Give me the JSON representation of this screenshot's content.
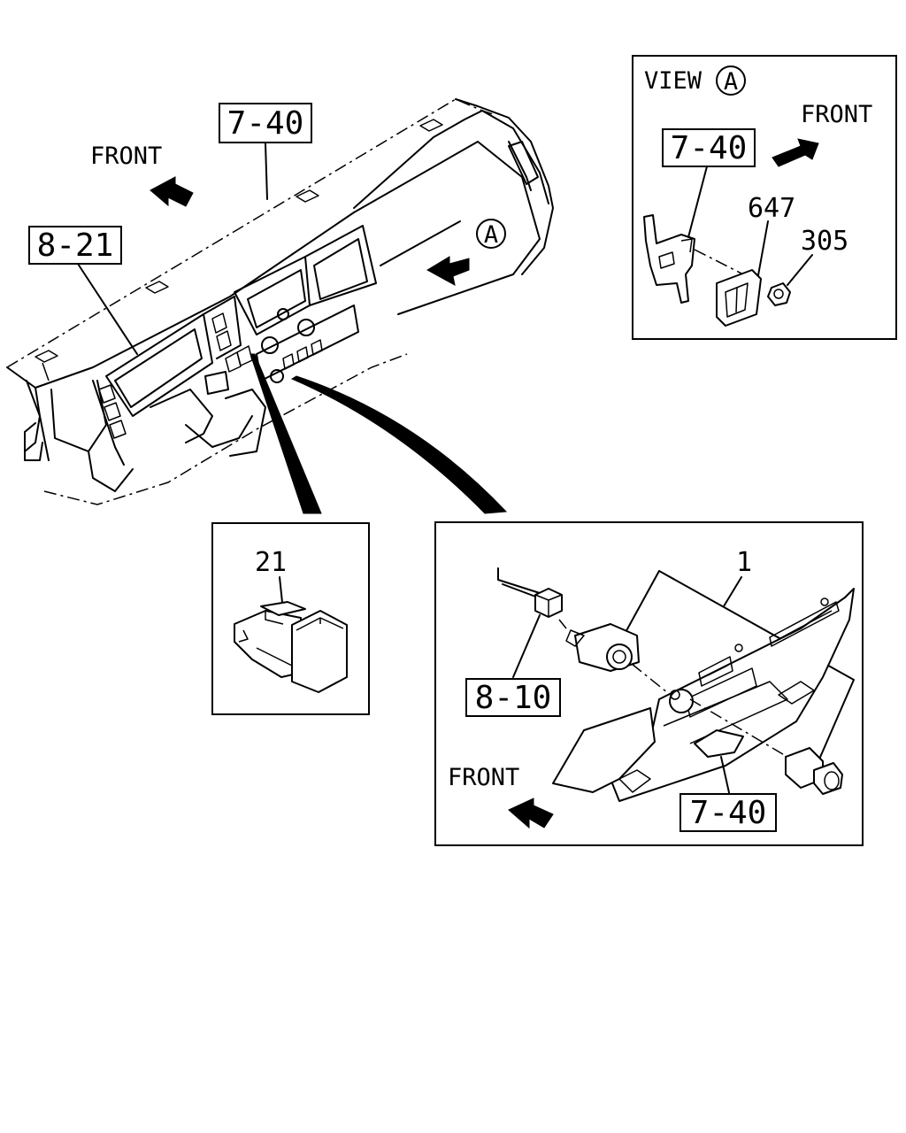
{
  "labels": {
    "ref_main_top": "7-40",
    "ref_main_left": "8-21",
    "front_main": "FRONT",
    "view_marker": "A",
    "view_title": "VIEW",
    "view_title_circle": "A",
    "front_view": "FRONT",
    "ref_view": "7-40",
    "part_647": "647",
    "part_305": "305",
    "part_21": "21",
    "part_1": "1",
    "ref_connector": "8-10",
    "front_detail": "FRONT",
    "ref_detail_bottom": "7-40"
  },
  "colors": {
    "ink": "#000000",
    "paper": "#ffffff"
  }
}
